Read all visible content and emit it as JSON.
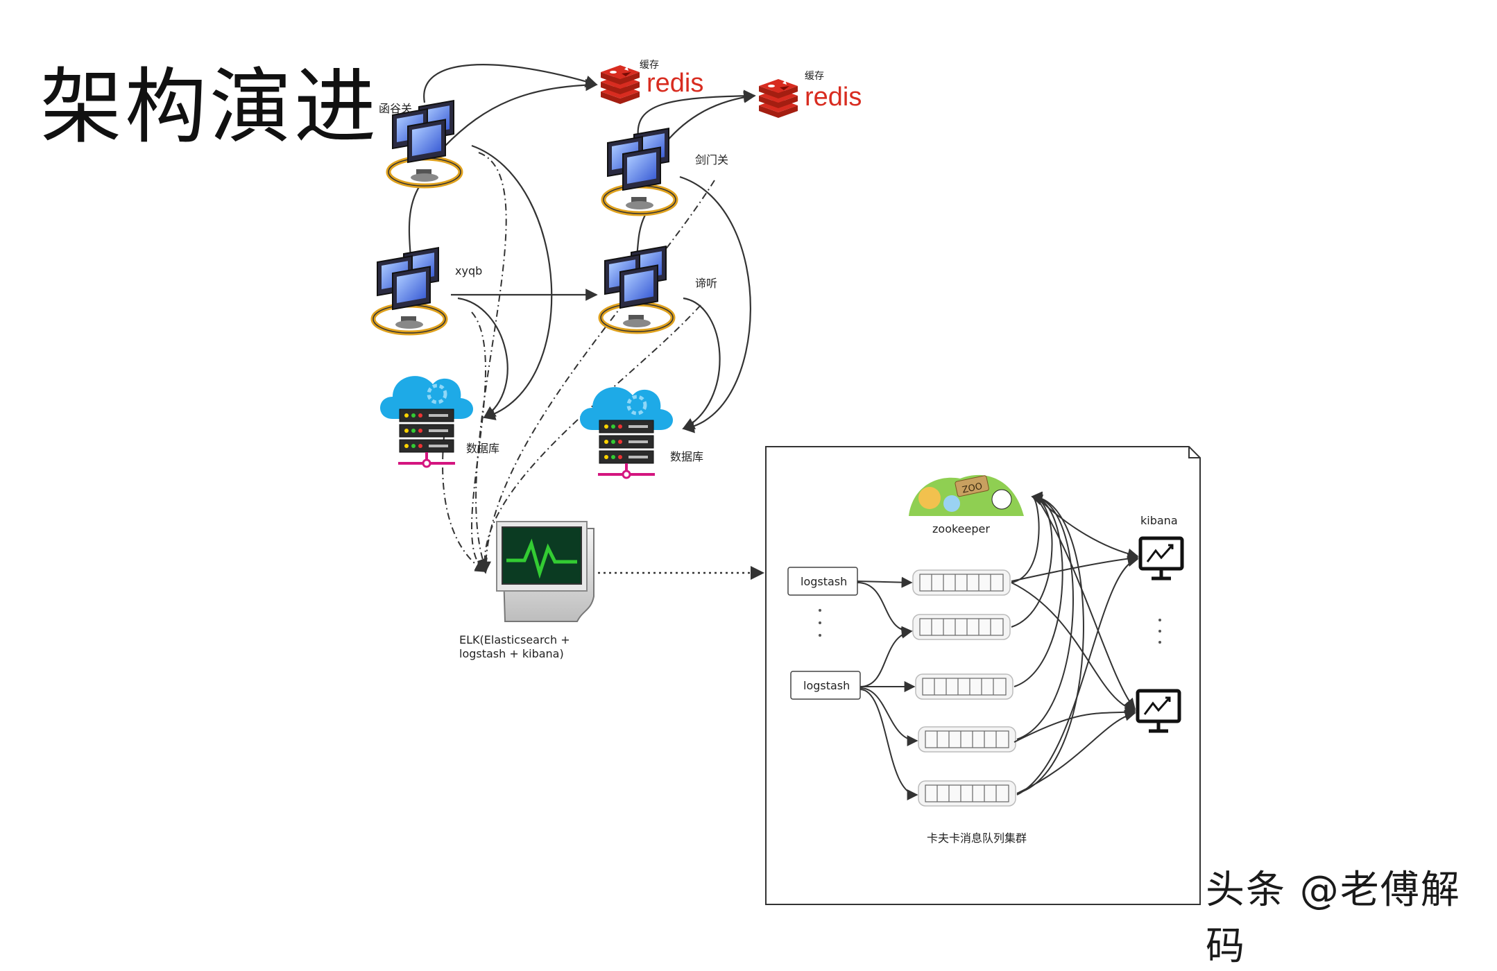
{
  "slide": {
    "title": "架构演进",
    "watermark": "头条 @老傅解码"
  },
  "servers": [
    {
      "id": "hangu",
      "label": "函谷关"
    },
    {
      "id": "jianmen",
      "label": "剑门关"
    },
    {
      "id": "xyqb",
      "label": "xyqb"
    },
    {
      "id": "diting",
      "label": "谛听"
    }
  ],
  "caches": [
    {
      "caption": "缓存",
      "logo_text": "redis"
    },
    {
      "caption": "缓存",
      "logo_text": "redis"
    }
  ],
  "databases": [
    {
      "label": "数据库"
    },
    {
      "label": "数据库"
    }
  ],
  "elk": {
    "label_line1": "ELK(Elasticsearch +",
    "label_line2": "logstash + kibana)"
  },
  "cluster": {
    "zookeeper_label": "zookeeper",
    "zoo_sign": "ZOO",
    "logstash_nodes": [
      "logstash",
      "logstash"
    ],
    "kibana_label": "kibana",
    "kafka_label": "卡夫卡消息队列集群"
  },
  "icons": [
    "server-cluster-icon",
    "redis-logo-icon",
    "cloud-database-icon",
    "monitor-icon",
    "zookeeper-icon",
    "kibana-monitor-icon"
  ],
  "colors": {
    "redis_red": "#d82c20",
    "cloud_blue": "#1eaae7",
    "db_pink": "#d4157f",
    "elk_green": "#33cc33",
    "queue_fill": "#f4f4f4",
    "edge": "#333333"
  }
}
